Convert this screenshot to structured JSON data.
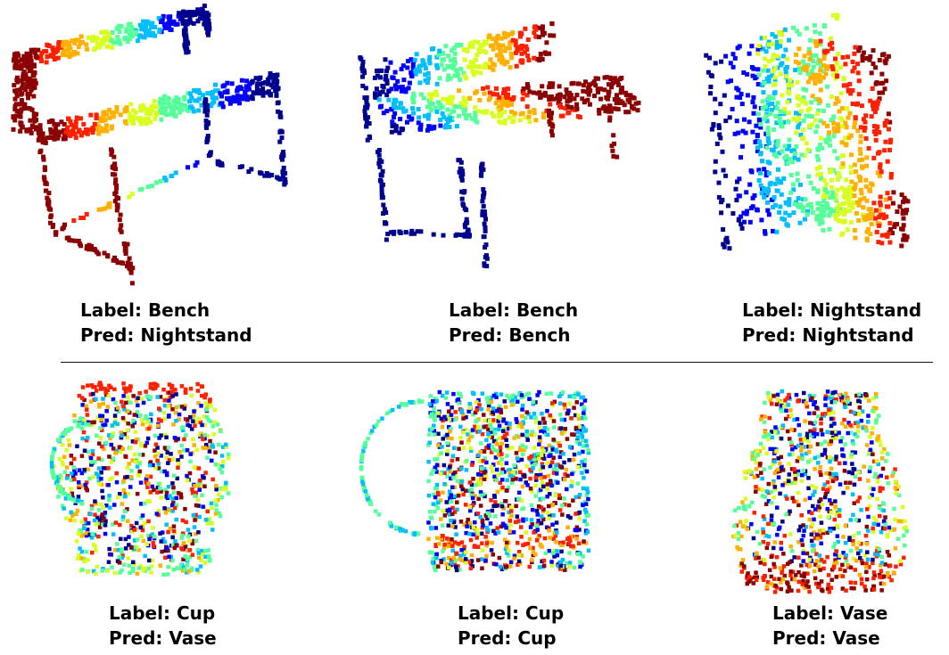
{
  "figure": {
    "label_prefix": "Label: ",
    "pred_prefix": "Pred: ",
    "rows": [
      {
        "panels": [
          {
            "shape": "bench-table",
            "label_text": "Label: Bench",
            "pred_text": "Pred: Nightstand"
          },
          {
            "shape": "bench-seat",
            "label_text": "Label: Bench",
            "pred_text": "Pred: Bench"
          },
          {
            "shape": "nightstand",
            "label_text": "Label: Nightstand",
            "pred_text": "Pred: Nightstand"
          }
        ]
      },
      {
        "panels": [
          {
            "shape": "pitcher",
            "label_text": "Label: Cup",
            "pred_text": "Pred: Vase"
          },
          {
            "shape": "mug",
            "label_text": "Label: Cup",
            "pred_text": "Pred: Cup"
          },
          {
            "shape": "vase",
            "label_text": "Label: Vase",
            "pred_text": "Pred: Vase"
          }
        ]
      }
    ],
    "colormap": [
      "#00008f",
      "#0000ff",
      "#00bfff",
      "#55ff99",
      "#d8ff20",
      "#ffb000",
      "#ff2000",
      "#8b0000"
    ]
  }
}
